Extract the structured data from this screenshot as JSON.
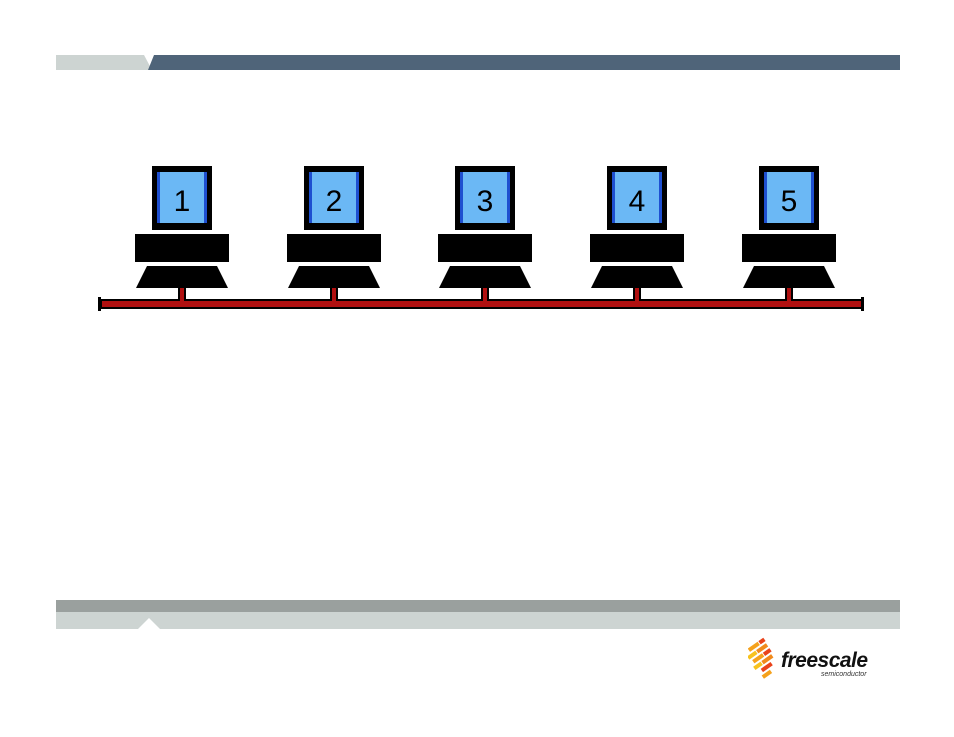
{
  "computers": [
    {
      "label": "1"
    },
    {
      "label": "2"
    },
    {
      "label": "3"
    },
    {
      "label": "4"
    },
    {
      "label": "5"
    }
  ],
  "colors": {
    "header_bar": "#4f6479",
    "header_tab": "#cdd4d2",
    "footer_dark": "#9aa09e",
    "footer_light": "#cdd4d2",
    "screen": "#6bb8f5",
    "bus": "#b01010",
    "computer_body": "#000000"
  },
  "logo": {
    "name": "freescale",
    "subtitle": "semiconductor"
  }
}
